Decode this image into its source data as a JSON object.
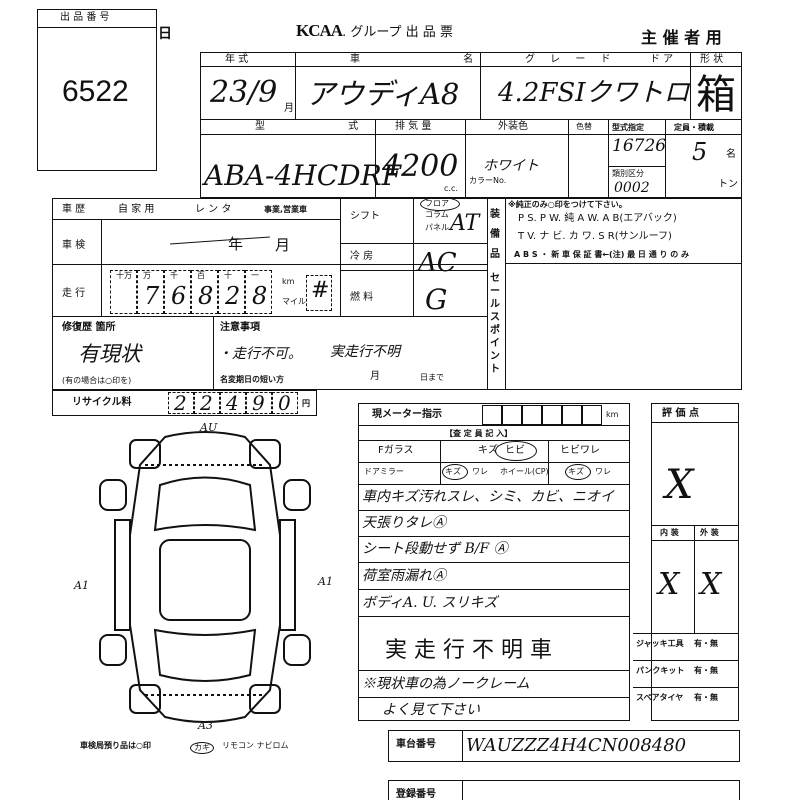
{
  "header": {
    "lot_label": "出 品 番 号",
    "lot_number": "6522",
    "day_char": "日",
    "org_brand": "KCAA",
    "org_suffix": ". グループ 出 品 票",
    "organizer": "主 催 者 用"
  },
  "vehicle": {
    "year_label": "年 式",
    "year_value": "23/9",
    "month_char": "月",
    "name_label": "車 名",
    "name_value": "アウディA8",
    "grade_label": "グ レ ー ド",
    "grade_value": "4.2FSIクワトロ",
    "doors_label": "ド ア",
    "shape_label": "形 状",
    "shape_value": "箱",
    "model_label": "型 式",
    "model_value": "ABA-4HCDRF",
    "displacement_label": "排 気 量",
    "displacement_value": "4200",
    "displacement_unit": "c.c.",
    "color_label": "外装色",
    "color_value": "ホワイト",
    "color_no_label": "色替",
    "color_no_small": "カラーNo.",
    "type_spec_label": "型式指定",
    "type_spec_value": "16726",
    "category_label": "類別区分",
    "category_value": "0002",
    "capacity_label": "定員・積載",
    "capacity_value": "5",
    "capacity_unit": "名",
    "load_unit": "トン"
  },
  "history": {
    "usage_label": "車 歴",
    "private_label": "自 家 用",
    "rental_label": "レ ン タ",
    "business_label": "事業,営業車",
    "inspection_label": "車 検",
    "inspection_year": "年",
    "inspection_month": "月",
    "mileage_label": "走 行",
    "mileage_units": [
      "十万",
      "万",
      "千",
      "百",
      "十",
      "一"
    ],
    "mileage_digits": [
      "",
      "7",
      "6",
      "8",
      "2",
      "8"
    ],
    "km_label": "km",
    "mile_label": "マイル",
    "shift_label": "シフト",
    "shift_options": [
      "フロア",
      "コラム",
      "パネル"
    ],
    "shift_value": "AT",
    "ac_label": "冷 房",
    "ac_value": "AC",
    "fuel_label": "燃 料",
    "fuel_value": "G",
    "repair_label": "修復歴 箇所",
    "repair_value": "有現状",
    "repair_note": "(有の場合は○印を)",
    "caution_label": "注意事項",
    "caution_value": "・走行不可。",
    "caution_value2": "実走行不明",
    "short_reg_label": "名変期日の短い方",
    "month_char": "月",
    "day_until": "日まで",
    "recycle_label": "リサイクル料",
    "recycle_digits": [
      "2",
      "2",
      "4",
      "9",
      "0"
    ],
    "yen": "円"
  },
  "equipment": {
    "label": "装備品",
    "header_note": "※純正のみ○印をつけて下さい。",
    "line1": "P S. P W. 純 A W. A B(エアバック)",
    "line2": "T V. ナ ビ. カ ワ. S R(サンルーフ)",
    "line3": "A B S ・ 新 車 保 証 書←(注) 最 日 通 り の み",
    "sales_point_label": "セールスポイント"
  },
  "diagram": {
    "marks": [
      "AU",
      "A1",
      "A1",
      "A3"
    ],
    "items_note": "車検局預り品は○印",
    "items_key": "カギ",
    "items_rest": "リモコン ナビロム"
  },
  "inspector": {
    "meter_label": "現メーター指示",
    "meter_unit": "km",
    "notes_title": "【査 定 員 記 入】",
    "f_glass": "Fガラス",
    "crack_options": [
      "キズ",
      "ヒビ",
      "ヒビワレ"
    ],
    "door_mirror": "ドアミラー",
    "mirror_options": [
      "キズ",
      "ワレ"
    ],
    "wheel_label": "ホイール(CP)",
    "wheel_options": [
      "キズ",
      "ワレ"
    ],
    "notes": [
      "車内キズ汚れスレ、シミ、カビ、ニオイ",
      "天張りタレⒶ",
      "シート段動せず B/F Ⓐ",
      "荷室雨漏れⒶ",
      "ボディA. U. スリキズ"
    ],
    "big_note": "実 走 行 不 明 車",
    "footer_note1": "※現状車の為ノークレーム",
    "footer_note2": "よく見て下さい"
  },
  "evaluation": {
    "score_label": "評 価 点",
    "score_value": "X",
    "interior_label": "内 装",
    "exterior_label": "外 装",
    "interior_value": "X",
    "exterior_value": "X",
    "tools_rows": [
      {
        "label": "ジャッキ工具",
        "value": "有・無"
      },
      {
        "label": "パンクキット",
        "value": "有・無"
      },
      {
        "label": "スペアタイヤ",
        "value": "有・無"
      }
    ]
  },
  "chassis": {
    "label": "車台番号",
    "value": "WAUZZZ4H4CN008480"
  },
  "registration": {
    "label": "登録番号"
  }
}
